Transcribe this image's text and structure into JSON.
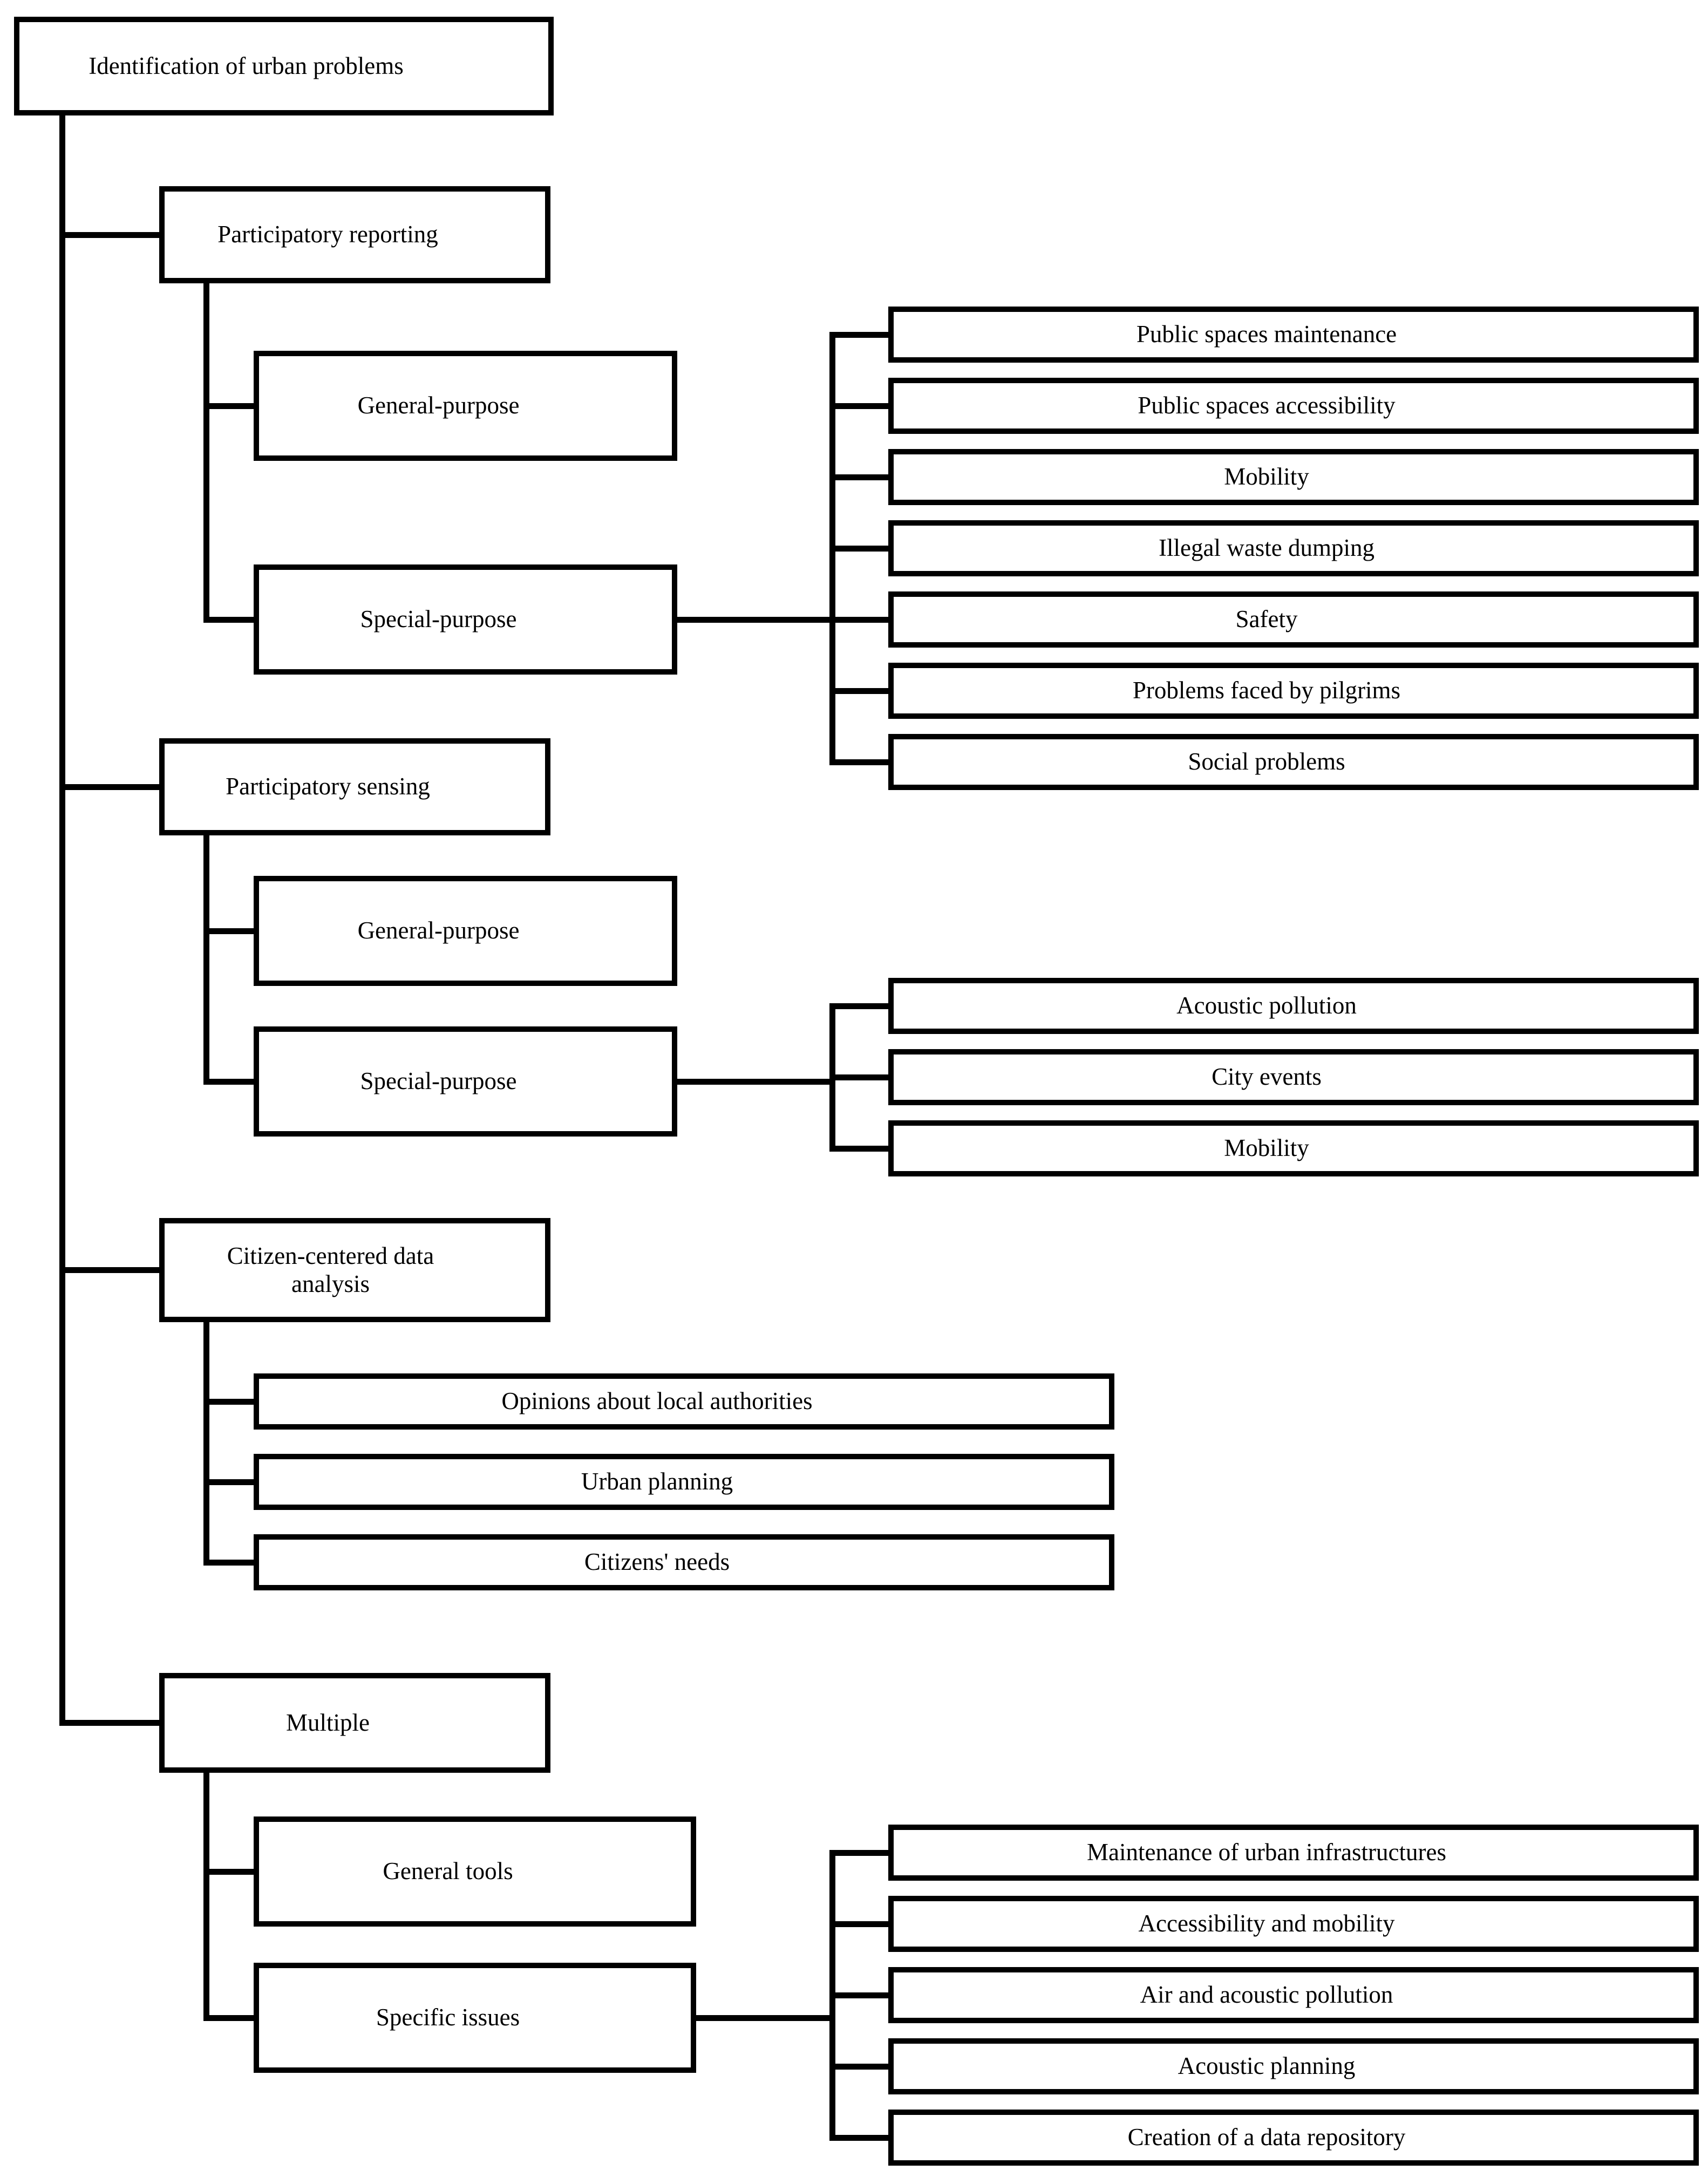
{
  "diagram": {
    "title_node": "Identification of urban problems",
    "colors": {
      "line": "#000000",
      "background": "#ffffff",
      "text": "#000000"
    },
    "root": {
      "label": "Identification of urban problems"
    },
    "branches": [
      {
        "label": "Participatory reporting",
        "children": [
          {
            "label": "General-purpose",
            "leaves": []
          },
          {
            "label": "Special-purpose",
            "leaves": [
              "Public spaces maintenance",
              "Public spaces accessibility",
              "Mobility",
              "Illegal waste dumping",
              "Safety",
              "Problems faced by pilgrims",
              "Social problems"
            ]
          }
        ]
      },
      {
        "label": "Participatory sensing",
        "children": [
          {
            "label": "General-purpose",
            "leaves": []
          },
          {
            "label": "Special-purpose",
            "leaves": [
              "Acoustic pollution",
              "City events",
              "Mobility"
            ]
          }
        ]
      },
      {
        "label": "Citizen-centered data analysis",
        "children": [],
        "leaves": [
          "Opinions about local authorities",
          "Urban planning",
          "Citizens' needs"
        ]
      },
      {
        "label": "Multiple",
        "children": [
          {
            "label": "General tools",
            "leaves": []
          },
          {
            "label": "Specific issues",
            "leaves": [
              "Maintenance of urban infrastructures",
              "Accessibility and mobility",
              "Air and acoustic pollution",
              "Acoustic planning",
              "Creation of a data repository"
            ]
          }
        ]
      }
    ]
  }
}
